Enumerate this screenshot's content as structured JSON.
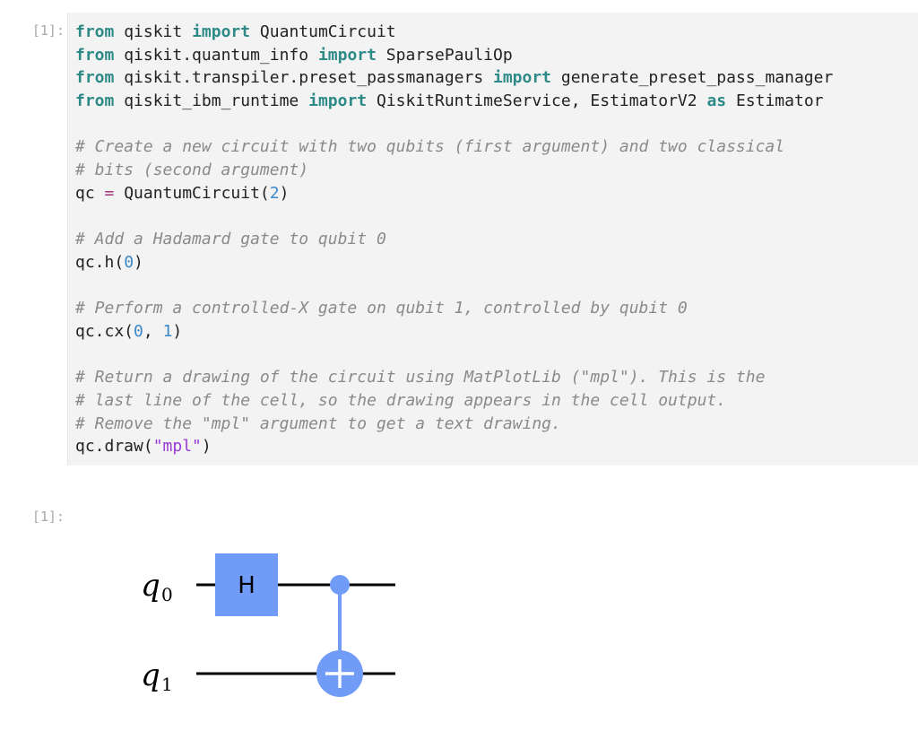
{
  "cells": {
    "input_prompt": "[1]:",
    "output_prompt": "[1]:"
  },
  "code": {
    "line1": {
      "kw1": "from",
      "t1": " qiskit ",
      "kw2": "import",
      "t2": " QuantumCircuit"
    },
    "line2": {
      "kw1": "from",
      "t1": " qiskit.quantum_info ",
      "kw2": "import",
      "t2": " SparsePauliOp"
    },
    "line3": {
      "kw1": "from",
      "t1": " qiskit.transpiler.preset_passmanagers ",
      "kw2": "import",
      "t2": " generate_preset_pass_manager"
    },
    "line4": {
      "kw1": "from",
      "t1": " qiskit_ibm_runtime ",
      "kw2": "import",
      "t2": " QiskitRuntimeService, EstimatorV2 ",
      "kw3": "as",
      "t3": " Estimator"
    },
    "comment1": "# Create a new circuit with two qubits (first argument) and two classical",
    "comment2": "# bits (second argument)",
    "line7": {
      "t1": "qc ",
      "op": "=",
      "t2": " QuantumCircuit(",
      "n1": "2",
      "t3": ")"
    },
    "comment3": "# Add a Hadamard gate to qubit 0",
    "line10": {
      "t1": "qc.h(",
      "n1": "0",
      "t2": ")"
    },
    "comment4": "# Perform a controlled-X gate on qubit 1, controlled by qubit 0",
    "line13": {
      "t1": "qc.cx(",
      "n1": "0",
      "t2": ", ",
      "n2": "1",
      "t3": ")"
    },
    "comment5": "# Return a drawing of the circuit using MatPlotLib (\"mpl\"). This is the",
    "comment6": "# last line of the cell, so the drawing appears in the cell output.",
    "comment7": "# Remove the \"mpl\" argument to get a text drawing.",
    "line18": {
      "t1": "qc.draw(",
      "s1": "\"mpl\"",
      "t2": ")"
    }
  },
  "circuit": {
    "qubit0_label": "q",
    "qubit0_index": "0",
    "qubit1_label": "q",
    "qubit1_index": "1",
    "h_gate_label": "H",
    "gate_color": "#709bf7",
    "wire_color": "#000000"
  }
}
